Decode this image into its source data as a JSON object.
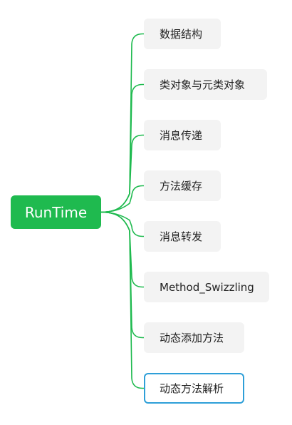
{
  "root": {
    "label": "RunTime"
  },
  "children": [
    {
      "label": "数据结构"
    },
    {
      "label": "类对象与元类对象"
    },
    {
      "label": "消息传递"
    },
    {
      "label": "方法缓存"
    },
    {
      "label": "消息转发"
    },
    {
      "label": "Method_Swizzling"
    },
    {
      "label": "动态添加方法"
    },
    {
      "label": "动态方法解析",
      "selected": true
    }
  ],
  "colors": {
    "branch": "#1fba4f",
    "root_fill": "#1fba4f",
    "node_fill": "#f3f3f3",
    "selection_border": "#2e9fd8"
  }
}
